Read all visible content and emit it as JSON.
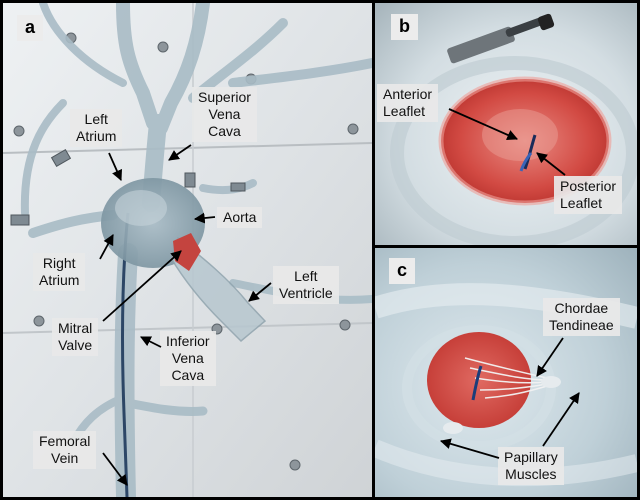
{
  "panels": {
    "a": {
      "label": "a",
      "annotations": {
        "superior_vena_cava": "Superior\nVena\nCava",
        "left_atrium": "Left\nAtrium",
        "aorta": "Aorta",
        "right_atrium": "Right\nAtrium",
        "left_ventricle": "Left\nVentricle",
        "mitral_valve": "Mitral\nValve",
        "inferior_vena_cava": "Inferior\nVena\nCava",
        "femoral_vein": "Femoral\nVein"
      }
    },
    "b": {
      "label": "b",
      "annotations": {
        "anterior_leaflet": "Anterior\nLeaflet",
        "posterior_leaflet": "Posterior\nLeaflet"
      }
    },
    "c": {
      "label": "c",
      "annotations": {
        "chordae_tendineae": "Chordae\nTendineae",
        "papillary_muscles": "Papillary\nMuscles"
      }
    }
  },
  "colors": {
    "border": "#000000",
    "label_background": "#e8e8e8",
    "arrow": "#000000",
    "tissue_red": "#d0413f"
  }
}
